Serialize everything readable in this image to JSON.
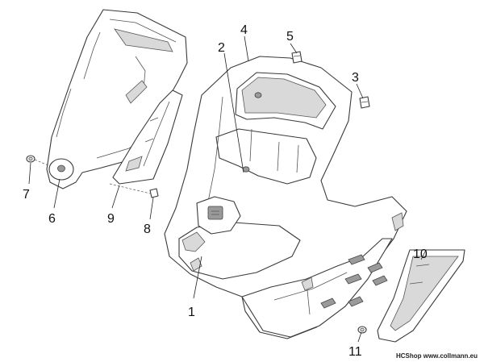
{
  "callouts": {
    "c1": "1",
    "c2": "2",
    "c3": "3",
    "c4": "4",
    "c5": "5",
    "c6": "6",
    "c7": "7",
    "c8": "8",
    "c9": "9",
    "c10": "10",
    "c11": "11"
  },
  "watermark": "HCShop www.collmann.eu"
}
